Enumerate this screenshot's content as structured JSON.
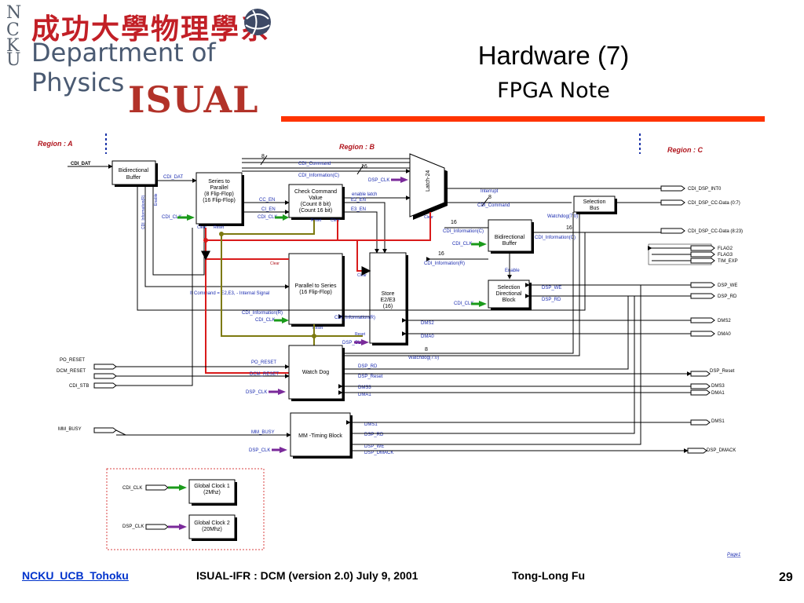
{
  "logo": {
    "n_letters": [
      "N",
      "C",
      "K",
      "U"
    ],
    "chinese": "成功大學物理學系",
    "department": "Department of Physics",
    "lab": "ISUAL"
  },
  "slide": {
    "title": "Hardware (7)",
    "subtitle": "FPGA Note"
  },
  "footer": {
    "left": "NCKU_UCB_Tohoku",
    "center": "ISUAL-IFR : DCM (version 2.0)  July  9, 2001",
    "author": "Tong-Long Fu",
    "page": "29"
  },
  "diagram": {
    "regions": {
      "a": "Region : A",
      "b": "Region : B",
      "c": "Region : C"
    },
    "page_label": "Page1",
    "blocks": {
      "bidirectional_buffer_1": [
        "Bidirectional",
        "Buffer"
      ],
      "series_to_parallel": [
        "Series to",
        "Parallel",
        "(8 Flip-Flop)",
        "(16 Flip-Flop)"
      ],
      "check_command": [
        "Check Command",
        "Value",
        "(Count 8 bit)",
        "(Count 16 bit)"
      ],
      "latch": "Latch-24",
      "selection_bus": [
        "Selection",
        "Bus"
      ],
      "bidirectional_buffer_2": [
        "Bidirectional",
        "Buffer"
      ],
      "selection_directional": [
        "Selection",
        "Directional",
        "Block"
      ],
      "parallel_to_series": [
        "Parallel to Series",
        "(16 Flip-Flop)"
      ],
      "store": [
        "Store",
        "E2/E3",
        "(16)"
      ],
      "watch_dog": "Watch Dog",
      "mm_timing": "MM -Timing Block",
      "global_clock_1": [
        "Global Clock 1",
        "(2Mhz)"
      ],
      "global_clock_2": [
        "Global Clock 2",
        "(20Mhz)"
      ]
    },
    "signals": {
      "cdi_dat": "CDI_DAT",
      "cdi_command": "CDI_Command",
      "cdi_information_c": "CDI_Information(C)",
      "cdi_information_r": "CDI_Information(R)",
      "cdi_information_r2": "CDI_Information(R)",
      "cdi_information_r3": "CDI_Information(R)",
      "cdi_information_r4": "CDI_Information(R)",
      "cdi_information_c2": "CDI_Information(C)",
      "cdi_clk": "CDI_CLK",
      "dsp_clk": "DSP_CLK",
      "enable": "Enable",
      "enable_latch": "enable latch",
      "cc_en": "CC_EN",
      "ci_en": "CI_EN",
      "e2_en": "E2_EN",
      "e3_en": "E3_EN",
      "clear": "Clear",
      "reset": "Reset",
      "interrupt": "Interrupt",
      "watchdog": "Watchdog(7:0)",
      "if_command": "If Command = E2,E3, - Internal Signal",
      "po_reset": "PO_RESET",
      "dcm_reset": "DCM_RESET",
      "cdi_stb": "CDI_STB",
      "mm_busy": "MM_BUSY",
      "dsp_rd": "DSP_RD",
      "dsp_we": "DSP_WE",
      "dsp_reset": "DSP_Reset",
      "dsp_dmack": "DSP_DMACK",
      "dms1": "DMS1",
      "dms2": "DMS2",
      "dms3": "DMS3",
      "dma0": "DMA0",
      "dma1": "DMA1",
      "cdi_dsp_int0": "CDI_DSP_INT0",
      "cdi_dsp_cc_data_07": "CDI_DSP_CC-Data (0:7)",
      "cdi_dsp_cc_data_823": "CDI_DSP_CC-Data (8:23)",
      "flag2": "FLAG2",
      "flag3": "FLAG3",
      "tim_exp": "TIM_EXP",
      "bus_8": "8",
      "bus_16": "16"
    }
  }
}
